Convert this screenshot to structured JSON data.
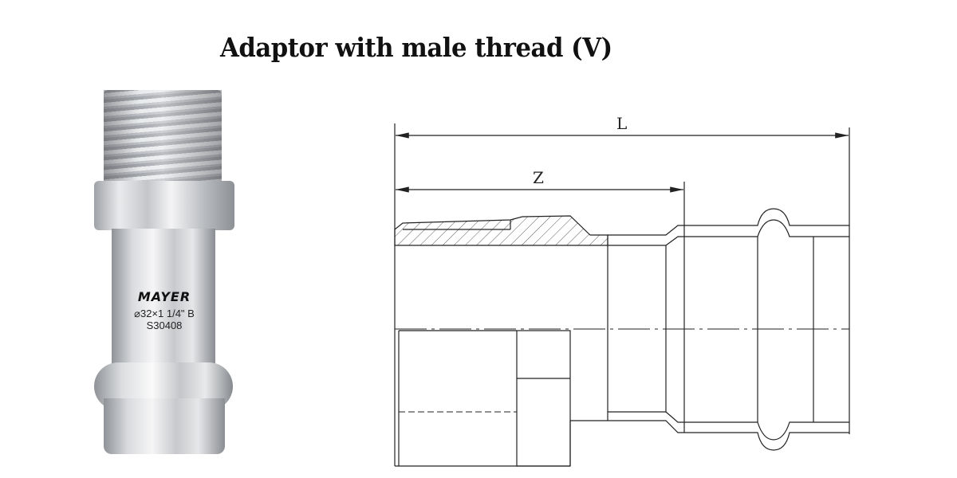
{
  "title": "Adaptor with male thread (V)",
  "product": {
    "brand": "MAYER",
    "size": "⌀32×1 1/4\" B",
    "material": "S30408"
  },
  "drawing": {
    "dimension_L": "L",
    "dimension_Z": "Z"
  }
}
